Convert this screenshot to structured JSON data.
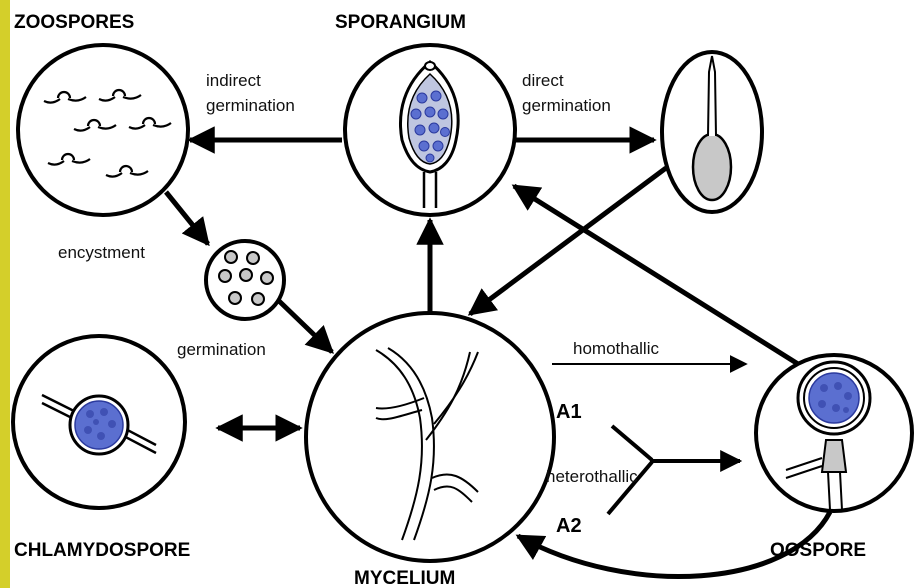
{
  "titles": {
    "zoospores": "ZOOSPORES",
    "sporangium": "SPORANGIUM",
    "chlamydospore": "CHLAMYDOSPORE",
    "mycelium": "MYCELIUM",
    "oospore": "OOSPORE"
  },
  "labels": {
    "indirect_line1": "indirect",
    "indirect_line2": "germination",
    "direct_line1": "direct",
    "direct_line2": "germination",
    "encystment": "encystment",
    "germination": "germination",
    "homothallic": "homothallic",
    "heterothallic": "heterothallic",
    "a1": "A1",
    "a2": "A2"
  },
  "colors": {
    "frame": "#d4cf2a",
    "spore_fill": "#5b6fd0",
    "spore_dark": "#2b3a9e",
    "sporangium_fill": "#bfc6e0",
    "grey_fill": "#c8c8c8"
  }
}
